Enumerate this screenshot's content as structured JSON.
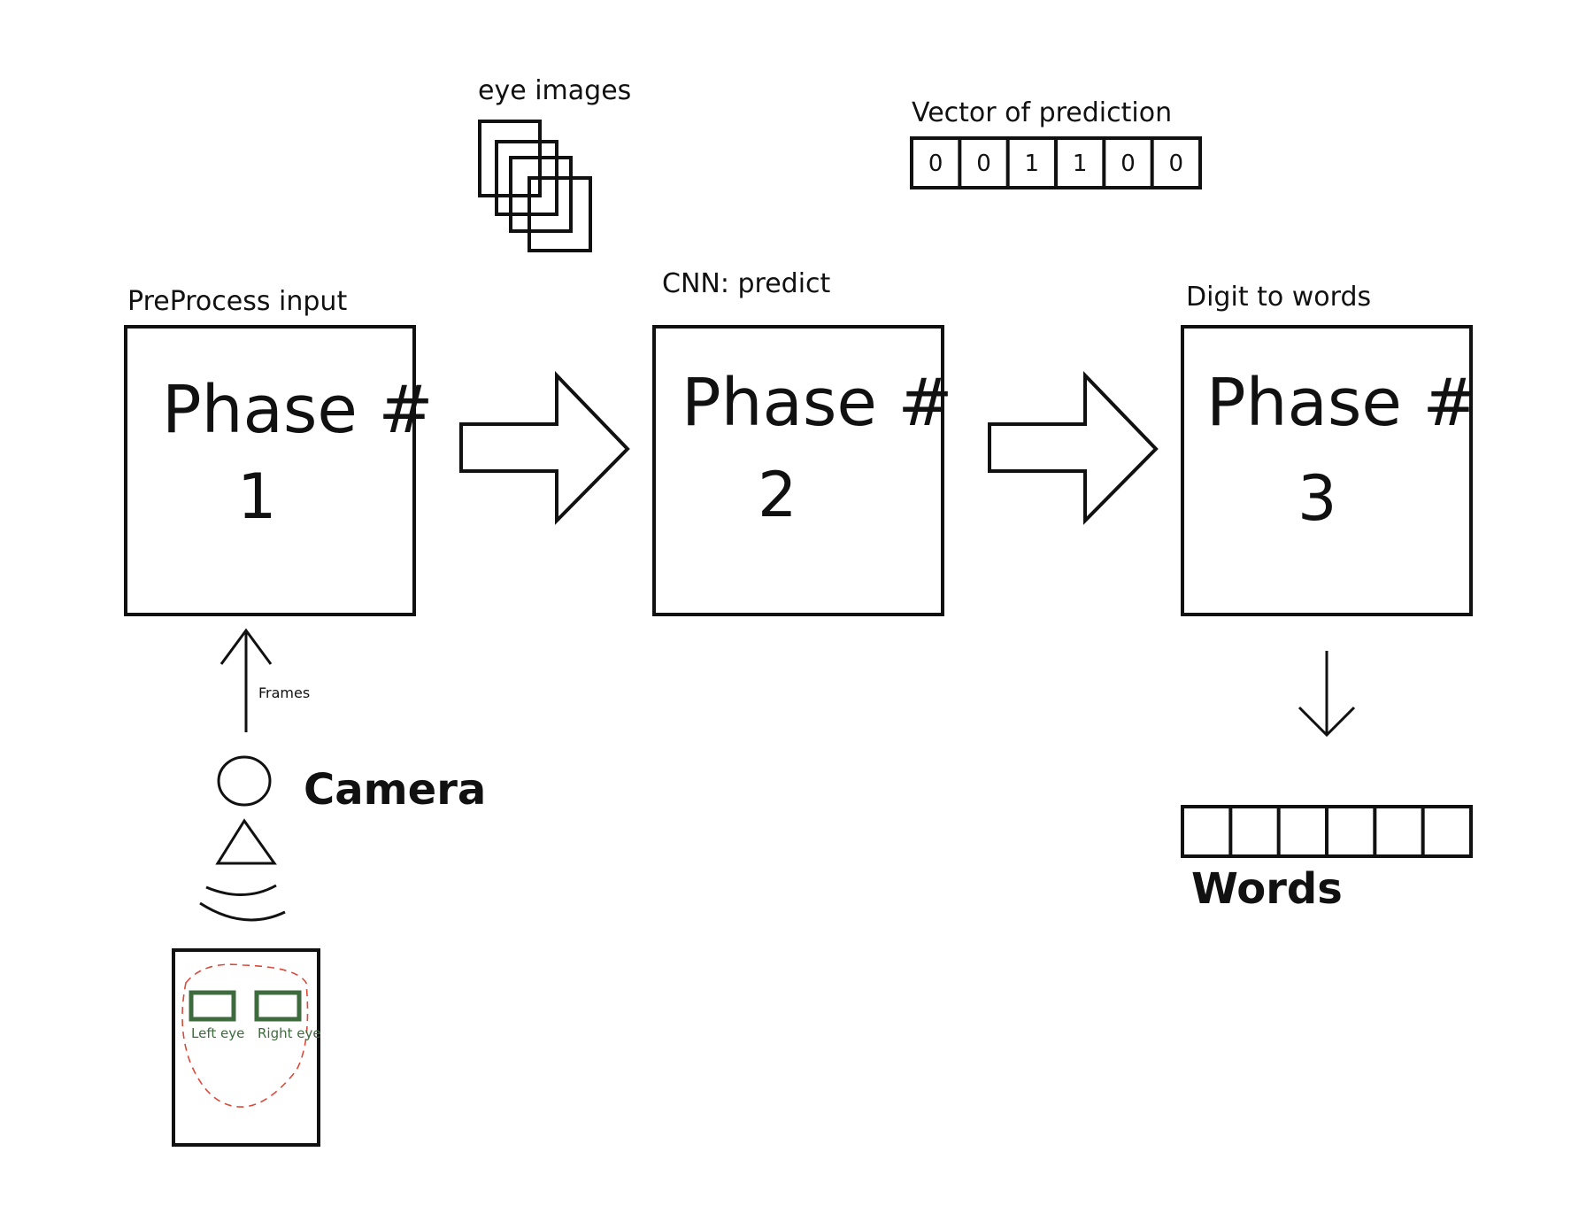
{
  "labels": {
    "eye_images": "eye images",
    "vector_title": "Vector of prediction",
    "preprocess": "PreProcess input",
    "cnn": "CNN: predict",
    "digit_to_words": "Digit to words",
    "frames": "Frames",
    "camera": "Camera",
    "words": "Words",
    "left_eye": "Left eye",
    "right_eye": "Right eye"
  },
  "phases": [
    {
      "title": "Phase #",
      "number": "1"
    },
    {
      "title": "Phase #",
      "number": "2"
    },
    {
      "title": "Phase #",
      "number": "3"
    }
  ],
  "prediction_vector": [
    "0",
    "0",
    "1",
    "1",
    "0",
    "0"
  ],
  "words_vector": [
    "",
    "",
    "",
    "",
    "",
    ""
  ]
}
